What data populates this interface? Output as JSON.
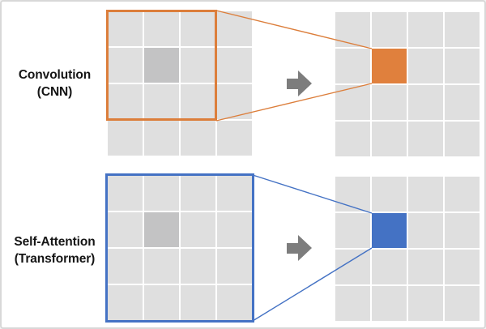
{
  "figure": {
    "background": "#FFFFFF",
    "border_color": "#D8D8D8",
    "arrow_color": "#7D7D7D",
    "text_color": "#151515",
    "gap_color": "#FFFFFF",
    "rows": [
      {
        "id": "cnn",
        "label_line1": "Convolution",
        "label_line2": "(CNN)",
        "accent_color": "#DC7E3B",
        "input_grid": {
          "rows": 4,
          "cols": 4,
          "cell_color": "#DFDFDF",
          "shaded_cell": {
            "row": 1,
            "col": 1
          },
          "shaded_color": "#C3C3C4"
        },
        "receptive_field_box": {
          "rows": 3,
          "cols": 3
        },
        "output_grid": {
          "rows": 4,
          "cols": 4,
          "cell_color": "#DFDFDF",
          "highlight_cell": {
            "row": 1,
            "col": 1
          },
          "highlight_color": "#E0803D"
        }
      },
      {
        "id": "transformer",
        "label_line1": "Self-Attention",
        "label_line2": "(Transformer)",
        "accent_color": "#4472C4",
        "input_grid": {
          "rows": 4,
          "cols": 4,
          "cell_color": "#DFDFDF",
          "shaded_cell": {
            "row": 1,
            "col": 1
          },
          "shaded_color": "#C3C3C4"
        },
        "receptive_field_box": {
          "rows": 4,
          "cols": 4
        },
        "output_grid": {
          "rows": 4,
          "cols": 4,
          "cell_color": "#DFDFDF",
          "highlight_cell": {
            "row": 1,
            "col": 1
          },
          "highlight_color": "#4472C4"
        }
      }
    ]
  }
}
